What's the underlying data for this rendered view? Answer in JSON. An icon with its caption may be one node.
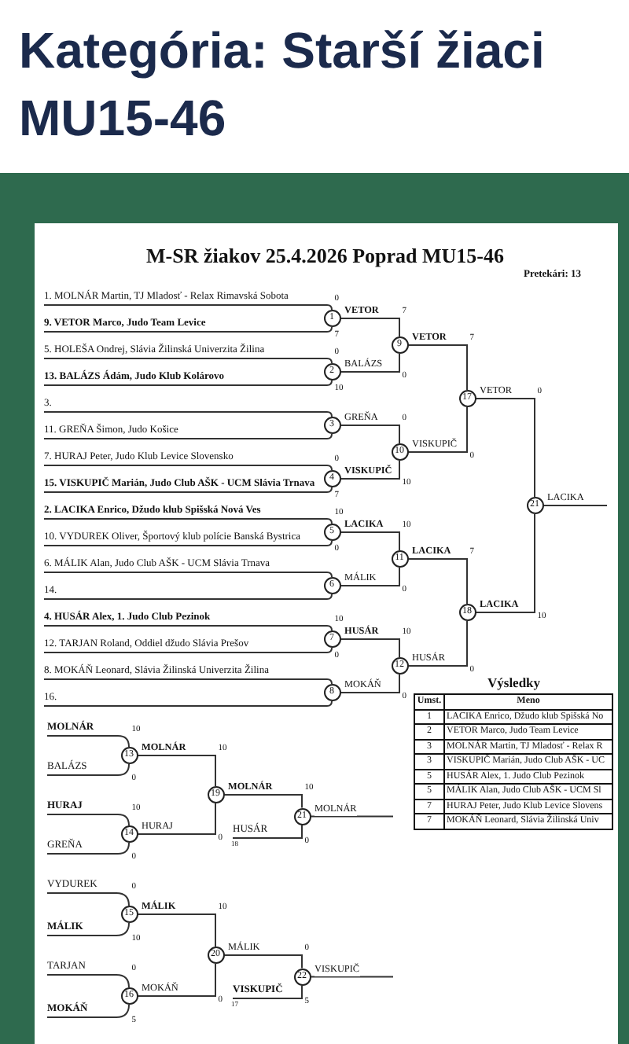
{
  "diagram": {
    "title": "Kategória: Starší žiaci MU15-46",
    "nodes": [
      {
        "text": [
          "1. MOLNÁR Martin, TJ Mladosť - Relax Rimavská Sobota"
        ]
      },
      {
        "text": [
          "9. VETOR Marco, Judo Team Levice"
        ]
      },
      {
        "text": [
          "5. HOLEŠA Ondrej, Slávia Žilinská Univerzita Žilina"
        ]
      },
      {
        "text": [
          "13. BALÁZS Ádám, Judo Klub Kolárovo"
        ]
      },
      {
        "text": [
          "3."
        ]
      },
      {
        "text": [
          "11. GREŇA Šimon, Judo Košice"
        ]
      },
      {
        "text": [
          "7. HURAJ Peter, Judo Klub Levice Slovensko"
        ]
      },
      {
        "text": [
          "15. VISKUPIČ Marián, Judo Club AŠK - UCM Slávia Trnava"
        ]
      },
      {
        "text": [
          "2. LACIKA Enrico, Džudo klub Spišská Nová Ves"
        ]
      },
      {
        "text": [
          "10. VYDUREK Oliver, Športový klub polície Banská Bystrica"
        ]
      },
      {
        "text": [
          "6. MÁLIK Alan, Judo Club AŠK - UCM Slávia Trnava"
        ]
      },
      {
        "text": [
          "14."
        ]
      },
      {
        "text": [
          "4. HUSÁR Alex, 1. Judo Club Pezinok"
        ]
      },
      {
        "text": [
          "12. TARJAN Roland, Oddiel džudo Slávia Prešov"
        ]
      },
      {
        "text": [
          "8. MOKÁŇ Leonard, Slávia Žilinská Univerzita Žilina"
        ]
      },
      {
        "text": [
          "16."
        ]
      },
      {
        "text": [
          "1"
        ],
        "beside": [
          "0",
          "7"
        ]
      },
      {
        "text": [
          "2"
        ],
        "beside": [
          "0",
          "10"
        ]
      },
      {
        "text": [
          "3"
        ]
      },
      {
        "text": [
          "4"
        ],
        "beside": [
          "0",
          "7"
        ]
      },
      {
        "text": [
          "5"
        ],
        "beside": [
          "10",
          "0"
        ]
      },
      {
        "text": [
          "6"
        ]
      },
      {
        "text": [
          "7"
        ],
        "beside": [
          "10",
          "0"
        ]
      },
      {
        "text": [
          "8"
        ]
      },
      {
        "text": [
          "9"
        ],
        "beside": [
          "7",
          "0"
        ]
      },
      {
        "text": [
          "10"
        ],
        "beside": [
          "0",
          "10"
        ]
      },
      {
        "text": [
          "11"
        ],
        "beside": [
          "10",
          "0"
        ]
      },
      {
        "text": [
          "12"
        ],
        "beside": [
          "10",
          "0"
        ]
      },
      {
        "text": [
          "17"
        ]
      },
      {
        "text": [
          "18"
        ]
      },
      {
        "text": [
          "21"
        ]
      },
      {
        "text": [
          "MOLNÁR"
        ]
      },
      {
        "text": [
          "BALÁZS"
        ]
      },
      {
        "text": [
          "HURAJ"
        ]
      },
      {
        "text": [
          "GREŇA"
        ]
      },
      {
        "text": [
          "13"
        ],
        "beside": [
          "10",
          "0"
        ]
      },
      {
        "text": [
          "14"
        ],
        "beside": [
          "10",
          "0"
        ]
      },
      {
        "text": [
          "19"
        ]
      },
      {
        "text": [
          "HUSÁR"
        ],
        "beside": [
          "18"
        ]
      },
      {
        "text": [
          "21"
        ],
        "beside": [
          "10",
          "0"
        ]
      },
      {
        "text": [
          "VYDUREK"
        ]
      },
      {
        "text": [
          "MÁLIK"
        ]
      },
      {
        "text": [
          "TARJAN"
        ]
      },
      {
        "text": [
          "MOKÁŇ"
        ]
      },
      {
        "text": [
          "15"
        ],
        "beside": [
          "0",
          "10"
        ]
      },
      {
        "text": [
          "16"
        ],
        "beside": [
          "0",
          "5"
        ]
      },
      {
        "text": [
          "20"
        ]
      },
      {
        "text": [
          "VISKUPIČ"
        ],
        "beside": [
          "17"
        ]
      },
      {
        "text": [
          "22"
        ],
        "beside": [
          "0",
          "5"
        ]
      }
    ],
    "edges": [
      {
        "from": 0,
        "to": 16,
        "arrow": "none"
      },
      {
        "from": 1,
        "to": 16,
        "arrow": "none"
      },
      {
        "from": 2,
        "to": 17,
        "arrow": "none"
      },
      {
        "from": 3,
        "to": 17,
        "arrow": "none"
      },
      {
        "from": 4,
        "to": 18,
        "arrow": "none"
      },
      {
        "from": 5,
        "to": 18,
        "arrow": "none"
      },
      {
        "from": 6,
        "to": 19,
        "arrow": "none"
      },
      {
        "from": 7,
        "to": 19,
        "arrow": "none"
      },
      {
        "from": 8,
        "to": 20,
        "arrow": "none"
      },
      {
        "from": 9,
        "to": 20,
        "arrow": "none"
      },
      {
        "from": 10,
        "to": 21,
        "arrow": "none"
      },
      {
        "from": 11,
        "to": 21,
        "arrow": "none"
      },
      {
        "from": 12,
        "to": 22,
        "arrow": "none"
      },
      {
        "from": 13,
        "to": 22,
        "arrow": "none"
      },
      {
        "from": 14,
        "to": 23,
        "arrow": "none"
      },
      {
        "from": 15,
        "to": 23,
        "arrow": "none"
      },
      {
        "from": 16,
        "to": 24,
        "arrow": "none",
        "label": "VETOR"
      },
      {
        "from": 17,
        "to": 24,
        "arrow": "none",
        "label": "BALÁZS"
      },
      {
        "from": 18,
        "to": 25,
        "arrow": "none",
        "label": "GREŇA"
      },
      {
        "from": 19,
        "to": 25,
        "arrow": "none",
        "label": "VISKUPIČ"
      },
      {
        "from": 20,
        "to": 26,
        "arrow": "none",
        "label": "LACIKA"
      },
      {
        "from": 21,
        "to": 26,
        "arrow": "none",
        "label": "MÁLIK"
      },
      {
        "from": 22,
        "to": 27,
        "arrow": "none",
        "label": "HUSÁR"
      },
      {
        "from": 23,
        "to": 27,
        "arrow": "none",
        "label": "MOKÁŇ"
      },
      {
        "from": 24,
        "to": 28,
        "arrow": "none",
        "label": "VETOR"
      },
      {
        "from": 25,
        "to": 28,
        "arrow": "none",
        "label": "VISKUPIČ"
      },
      {
        "from": 26,
        "to": 29,
        "arrow": "none",
        "label": "LACIKA"
      },
      {
        "from": 27,
        "to": 29,
        "arrow": "none",
        "label": "HUSÁR"
      },
      {
        "from": 28,
        "to": 30,
        "arrow": "none",
        "label": "VETOR"
      },
      {
        "from": 29,
        "to": 30,
        "arrow": "none",
        "label": "LACIKA"
      },
      {
        "from": 30,
        "to": null,
        "arrow": "none",
        "label": "LACIKA"
      },
      {
        "from": 31,
        "to": 35,
        "arrow": "none"
      },
      {
        "from": 32,
        "to": 35,
        "arrow": "none"
      },
      {
        "from": 33,
        "to": 36,
        "arrow": "none"
      },
      {
        "from": 34,
        "to": 36,
        "arrow": "none"
      },
      {
        "from": 35,
        "to": 37,
        "arrow": "none",
        "label": "MOLNÁR"
      },
      {
        "from": 36,
        "to": 37,
        "arrow": "none",
        "label": "HURAJ"
      },
      {
        "from": 37,
        "to": 39,
        "arrow": "none",
        "label": "MOLNÁR"
      },
      {
        "from": 38,
        "to": 39,
        "arrow": "none"
      },
      {
        "from": 39,
        "to": null,
        "arrow": "none",
        "label": "MOLNÁR"
      },
      {
        "from": 40,
        "to": 44,
        "arrow": "none"
      },
      {
        "from": 41,
        "to": 44,
        "arrow": "none"
      },
      {
        "from": 42,
        "to": 45,
        "arrow": "none"
      },
      {
        "from": 43,
        "to": 45,
        "arrow": "none"
      },
      {
        "from": 44,
        "to": 46,
        "arrow": "none",
        "label": "MÁLIK"
      },
      {
        "from": 45,
        "to": 46,
        "arrow": "none",
        "label": "MOKÁŇ"
      },
      {
        "from": 46,
        "to": 48,
        "arrow": "none",
        "label": "MÁLIK"
      },
      {
        "from": 47,
        "to": 48,
        "arrow": "none"
      },
      {
        "from": 48,
        "to": null,
        "arrow": "none",
        "label": "VISKUPIČ"
      }
    ],
    "labels": [
      "M-SR žiakov 25.4.2026 Poprad MU15-46",
      "Pretekári: 13",
      "7",
      "0",
      "0",
      "7",
      "10",
      "0",
      "Výsledky",
      "Umst.",
      "Meno",
      "1",
      "LACIKA Enrico, Džudo klub Spišská No",
      "2",
      "VETOR Marco, Judo Team Levice",
      "3",
      "MOLNÁR Martin, TJ Mladosť - Relax R",
      "3",
      "VISKUPIČ Marián, Judo Club AŠK - UC",
      "5",
      "HUSÁR Alex, 1. Judo Club Pezinok",
      "5",
      "MÁLIK Alan, Judo Club AŠK - UCM Sl",
      "7",
      "HURAJ Peter, Judo Klub Levice Slovens",
      "7",
      "MOKÁŇ Leonard, Slávia Žilinská Univ",
      "10",
      "0",
      "10",
      "0"
    ]
  }
}
